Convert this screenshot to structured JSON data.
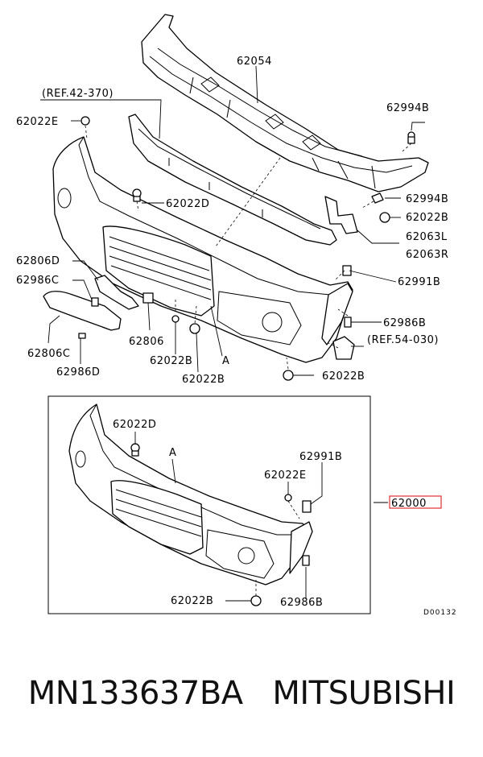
{
  "labels": {
    "ref_42_370": "(REF.42-370)",
    "p62054": "62054",
    "p62022E_top": "62022E",
    "p62994B_a": "62994B",
    "p62022D_top": "62022D",
    "p62994B_b": "62994B",
    "p62022B_r": "62022B",
    "p62063L": "62063L",
    "p62063R": "62063R",
    "p62806D": "62806D",
    "p62986C": "62986C",
    "p62991B_top": "62991B",
    "p62986B_top": "62986B",
    "p62806": "62806",
    "ref_54_030": "(REF.54-030)",
    "p62806C": "62806C",
    "p62022B_mid": "62022B",
    "p62986D": "62986D",
    "A_top": "A",
    "p62022B_low": "62022B",
    "p62022B_bolt": "62022B",
    "p62022D_box": "62022D",
    "A_box": "A",
    "p62991B_box": "62991B",
    "p62022E_box": "62022E",
    "p62000": "62000",
    "p62022B_box": "62022B",
    "p62986B_box": "62986B",
    "code": "D00132"
  },
  "caption": {
    "part_no": "MN133637BA",
    "brand": "MITSUBISHI"
  }
}
